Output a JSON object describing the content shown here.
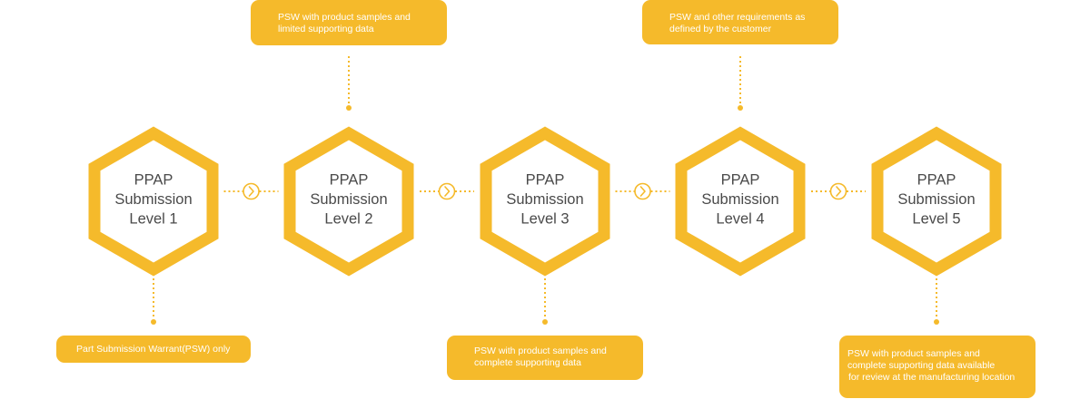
{
  "diagram": {
    "accent_color": "#F5BA2B",
    "connector_icon": "chevron-right-icon",
    "levels": [
      {
        "lines": [
          "PPAP",
          "Submission",
          "Level 1"
        ],
        "note_position": "bottom",
        "note_lines": [
          "Part Submission Warrant(PSW) only"
        ]
      },
      {
        "lines": [
          "PPAP",
          "Submission",
          "Level 2"
        ],
        "note_position": "top",
        "note_lines": [
          "PSW with product samples and",
          "limited supporting data"
        ]
      },
      {
        "lines": [
          "PPAP",
          "Submission",
          "Level 3"
        ],
        "note_position": "bottom",
        "note_lines": [
          "PSW with product samples and",
          "complete supporting data"
        ]
      },
      {
        "lines": [
          "PPAP",
          "Submission",
          "Level 4"
        ],
        "note_position": "top",
        "note_lines": [
          "PSW and other requirements as",
          "defined by the customer"
        ]
      },
      {
        "lines": [
          "PPAP",
          "Submission",
          "Level 5"
        ],
        "note_position": "bottom",
        "note_lines": [
          "PSW with product samples and",
          "complete supporting data available",
          "for review at the manufacturing location"
        ]
      }
    ]
  }
}
